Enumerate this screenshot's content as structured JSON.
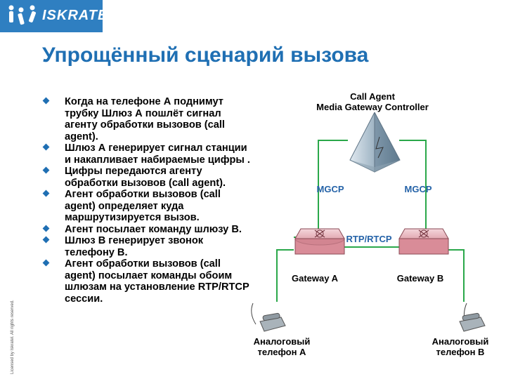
{
  "logo": {
    "brand": "ISKRATEL"
  },
  "side_note": "Licensed by Iskratel. All rights reserved.",
  "title": "Упрощённый сценарий вызова",
  "bullets": [
    "Когда на телефоне А поднимут трубку  Шлюз А пошлёт сигнал агенту обработки вызовов (call agent).",
    "Шлюз А генерирует сигнал станции и накапливает набираемые цифры .",
    "Цифры передаются  агенту обработки вызовов (call agent).",
    "Агент обработки вызовов (call agent) определяет куда маршрутизируется вызов.",
    "Агент посылает команду шлюзу В.",
    "Шлюз В генерирует звонок телефону В.",
    "Агент обработки вызовов (call agent) посылает команды обоим шлюзам на установление RTP/RTCP сессии."
  ],
  "diagram": {
    "call_agent_line1": "Call Agent",
    "call_agent_line2": "Media Gateway Controller",
    "mgcp_left": "MGCP",
    "mgcp_right": "MGCP",
    "rtp": "RTP/RTCP",
    "gateway_a": "Gateway A",
    "gateway_b": "Gateway B",
    "phone_a_line1": "Аналоговый",
    "phone_a_line2": "телефон А",
    "phone_b_line1": "Аналоговый",
    "phone_b_line2": "телефон В",
    "line_color": "#2aa84a",
    "brand_color": "#2f7fc1"
  }
}
